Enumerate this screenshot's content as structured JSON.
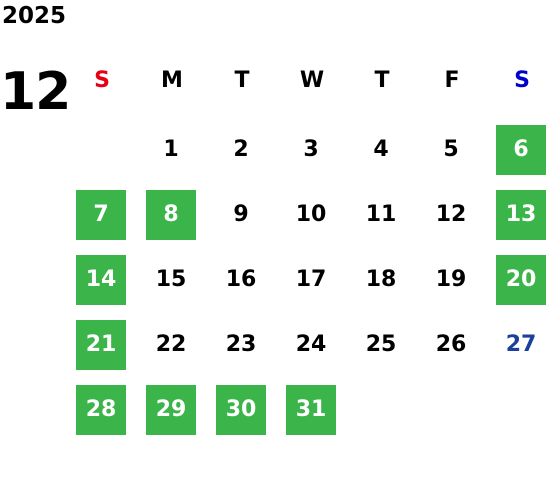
{
  "calendar": {
    "year": "2025",
    "month": "12",
    "weekdays": [
      {
        "label": "S",
        "color": "#e60012"
      },
      {
        "label": "M",
        "color": "#000000"
      },
      {
        "label": "T",
        "color": "#000000"
      },
      {
        "label": "W",
        "color": "#000000"
      },
      {
        "label": "T",
        "color": "#000000"
      },
      {
        "label": "F",
        "color": "#000000"
      },
      {
        "label": "S",
        "color": "#0000cc"
      }
    ],
    "colors": {
      "holiday_bg": "#3bb54a",
      "holiday_text": "#ffffff",
      "normal_text": "#000000",
      "saturday_text": "#1a3f9c"
    },
    "days": [
      {
        "day": "1",
        "holiday": false
      },
      {
        "day": "2",
        "holiday": false
      },
      {
        "day": "3",
        "holiday": false
      },
      {
        "day": "4",
        "holiday": false
      },
      {
        "day": "5",
        "holiday": false
      },
      {
        "day": "6",
        "holiday": true
      },
      {
        "day": "7",
        "holiday": true
      },
      {
        "day": "8",
        "holiday": true
      },
      {
        "day": "9",
        "holiday": false
      },
      {
        "day": "10",
        "holiday": false
      },
      {
        "day": "11",
        "holiday": false
      },
      {
        "day": "12",
        "holiday": false
      },
      {
        "day": "13",
        "holiday": true
      },
      {
        "day": "14",
        "holiday": true
      },
      {
        "day": "15",
        "holiday": false
      },
      {
        "day": "16",
        "holiday": false
      },
      {
        "day": "17",
        "holiday": false
      },
      {
        "day": "18",
        "holiday": false
      },
      {
        "day": "19",
        "holiday": false
      },
      {
        "day": "20",
        "holiday": true
      },
      {
        "day": "21",
        "holiday": true
      },
      {
        "day": "22",
        "holiday": false
      },
      {
        "day": "23",
        "holiday": false
      },
      {
        "day": "24",
        "holiday": false
      },
      {
        "day": "25",
        "holiday": false
      },
      {
        "day": "26",
        "holiday": false
      },
      {
        "day": "27",
        "holiday": false
      },
      {
        "day": "28",
        "holiday": true
      },
      {
        "day": "29",
        "holiday": true
      },
      {
        "day": "30",
        "holiday": true
      },
      {
        "day": "31",
        "holiday": true
      }
    ]
  }
}
